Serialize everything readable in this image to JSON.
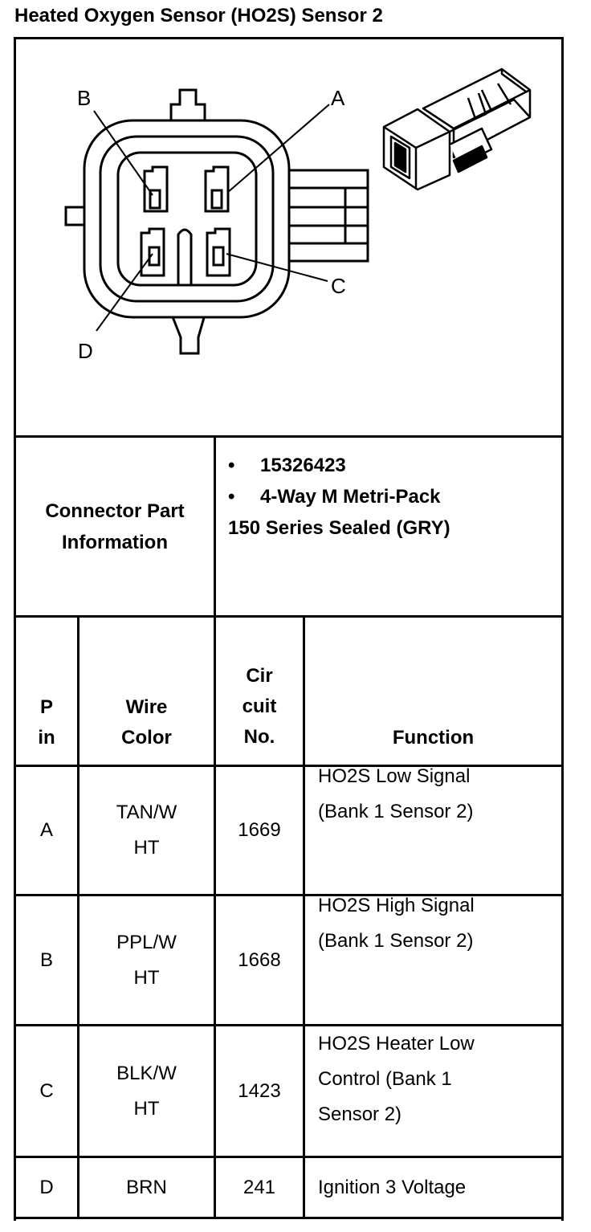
{
  "title": "Heated Oxygen Sensor (HO2S) Sensor 2",
  "diagram": {
    "pin_labels": {
      "a": "A",
      "b": "B",
      "c": "C",
      "d": "D"
    }
  },
  "connector_info": {
    "label_line1": "Connector Part",
    "label_line2": "Information",
    "items": [
      "15326423",
      "4-Way M Metri-Pack"
    ],
    "continuation": "150 Series Sealed (GRY)"
  },
  "table": {
    "headers": {
      "pin": [
        "P",
        "in"
      ],
      "wire_color": [
        "Wire",
        "Color"
      ],
      "circuit": [
        "Cir",
        "cuit",
        "No."
      ],
      "function": "Function"
    },
    "rows": [
      {
        "pin": "A",
        "wire": [
          "TAN/W",
          "HT"
        ],
        "circuit": "1669",
        "function": [
          "HO2S Low Signal",
          "(Bank 1 Sensor 2)"
        ]
      },
      {
        "pin": "B",
        "wire": [
          "PPL/W",
          "HT"
        ],
        "circuit": "1668",
        "function": [
          "HO2S High Signal",
          "(Bank 1 Sensor 2)"
        ]
      },
      {
        "pin": "C",
        "wire": [
          "BLK/W",
          "HT"
        ],
        "circuit": "1423",
        "function": [
          "HO2S Heater Low",
          "Control (Bank 1",
          "Sensor 2)"
        ]
      },
      {
        "pin": "D",
        "wire": [
          "BRN"
        ],
        "circuit": "241",
        "function": [
          "Ignition 3 Voltage"
        ]
      }
    ]
  }
}
